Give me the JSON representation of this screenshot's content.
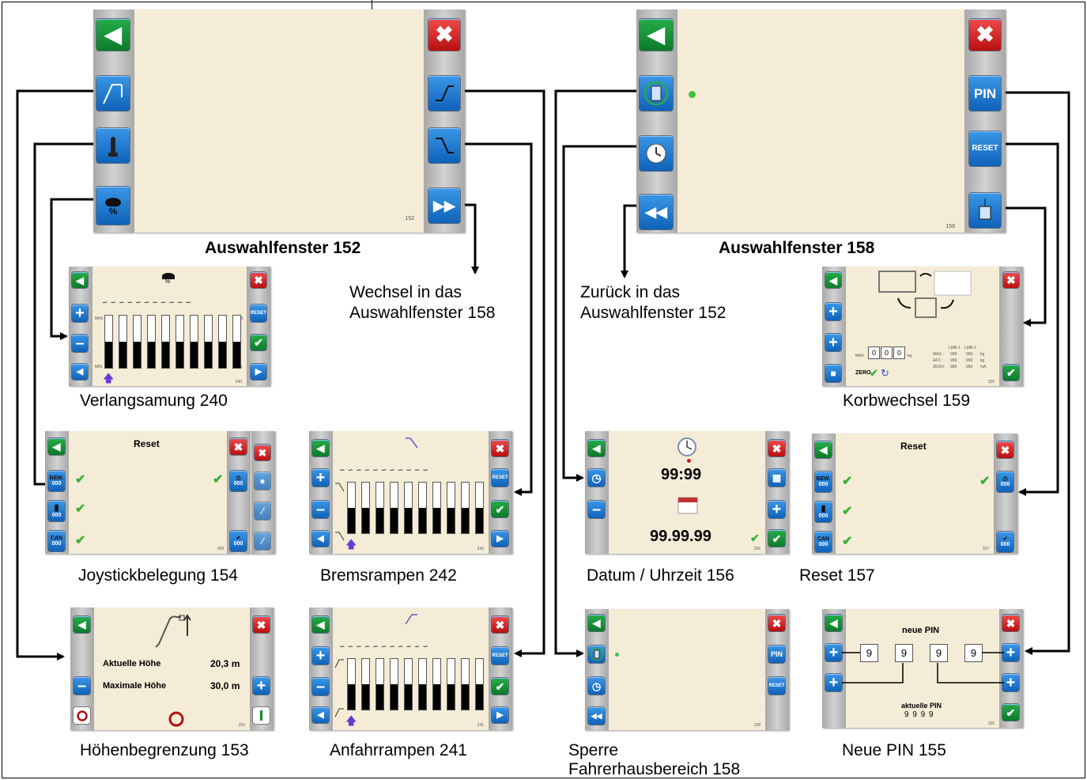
{
  "labels": {
    "auswahl152": "Auswahlfenster 152",
    "auswahl158": "Auswahlfenster 158",
    "wechsel_line1": "Wechsel in das",
    "wechsel_line2": "Auswahlfenster 158",
    "zurueck_line1": "Zurück in das",
    "zurueck_line2": "Auswahlfenster 152",
    "verlangsamung": "Verlangsamung 240",
    "korbwechsel": "Korbwechsel 159",
    "joystick": "Joystickbelegung 154",
    "bremsrampen": "Bremsrampen 242",
    "datum": "Datum / Uhrzeit 156",
    "reset157": "Reset 157",
    "hoehen": "Höhenbegrenzung 153",
    "anfahr": "Anfahrrampen 241",
    "sperre_line1": "Sperre",
    "sperre_line2": "Fahrerhausbereich 158",
    "neuepin": "Neue PIN 155"
  },
  "screens": {
    "s152_num": "152",
    "s158_num": "158",
    "pin_label": "PIN",
    "reset_label": "RESET",
    "percent": "%",
    "max": "MAX",
    "min": "MIN",
    "n240": "240",
    "n242": "242",
    "n241": "241",
    "reset_title": "Reset",
    "bew": "BEW.",
    "can": "CAN",
    "zeros": "000",
    "n157": "157",
    "time": "99:99",
    "date": "99.99.99",
    "n156": "156",
    "akt_hoehe_label": "Aktuelle Höhe",
    "akt_hoehe_val": "20,3 m",
    "max_hoehe_label": "Maximale Höhe",
    "max_hoehe_val": "30,0 m",
    "n153": "153",
    "n158b": "158",
    "neue_pin_title": "neue PIN",
    "pin_digit": "9",
    "aktuelle_pin": "aktuelle PIN",
    "aktuelle_pin_val": "9 9 9 9",
    "n155": "155",
    "korb": {
      "max": "MAX.",
      "d0": "0",
      "kg": "kg",
      "zero": "ZERO",
      "lmb1": "LMB-1",
      "lmb2": "LMB-2",
      "row_max": "MAX.:",
      "row_akt": "AKT.:",
      "row_zero": "ZERO:",
      "v999": "999",
      "unit_kg": "kg",
      "unit_ma": "mA",
      "n159": "159"
    }
  },
  "colors": {
    "screen_bg": "#f5ecd7",
    "button_blue": "#1a73d0",
    "button_green": "#1a9a3a",
    "button_red": "#e02020",
    "check_green": "#3ab13a"
  },
  "icons": [
    "back-arrow-icon",
    "close-icon",
    "crane-boom-icon",
    "joystick-icon",
    "turtle-icon",
    "ramp-down-icon",
    "ramp-up-icon",
    "fast-forward-icon",
    "rewind-icon",
    "clock-icon",
    "cabin-icon",
    "basket-change-icon",
    "calendar-icon",
    "plus-icon",
    "minus-icon",
    "check-icon",
    "power-off-icon",
    "power-on-icon"
  ]
}
